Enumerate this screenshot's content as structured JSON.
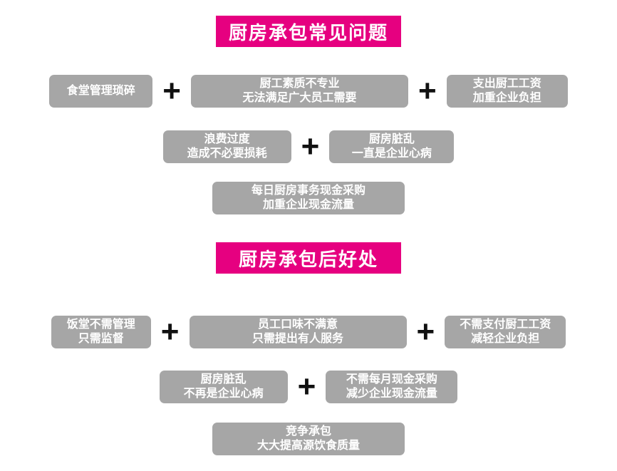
{
  "plus": "+",
  "colors": {
    "accent_pink": "#e60080",
    "box_gray": "#a6a6a6",
    "plus_black": "#111111",
    "text_white": "#ffffff"
  },
  "sections": [
    {
      "title": "厨房承包常见问题",
      "rows": [
        [
          [
            "食堂管理琐碎"
          ],
          [
            "厨工素质不专业",
            "无法满足广大员工需要"
          ],
          [
            "支出厨工工资",
            "加重企业负担"
          ]
        ],
        [
          [
            "浪费过度",
            "造成不必要损耗"
          ],
          [
            "厨房脏乱",
            "一直是企业心病"
          ]
        ],
        [
          [
            "每日厨房事务现金采购",
            "加重企业现金流量"
          ]
        ]
      ]
    },
    {
      "title": "厨房承包后好处",
      "rows": [
        [
          [
            "饭堂不需管理",
            "只需监督"
          ],
          [
            "员工口味不满意",
            "只需提出有人服务"
          ],
          [
            "不需支付厨工工资",
            "减轻企业负担"
          ]
        ],
        [
          [
            "厨房脏乱",
            "不再是企业心病"
          ],
          [
            "不需每月现金采购",
            "减少企业现金流量"
          ]
        ],
        [
          [
            "竞争承包",
            "大大提高源饮食质量"
          ]
        ]
      ]
    }
  ]
}
